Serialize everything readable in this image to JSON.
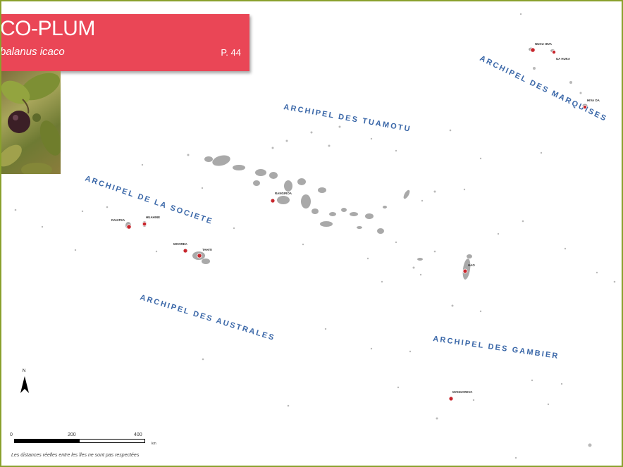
{
  "header": {
    "title": "CO-PLUM",
    "subtitle": "balanus icaco",
    "page": "P. 44",
    "background": "#ea4656"
  },
  "photo": {
    "icon": "fruit-leaves-photo"
  },
  "map": {
    "archipelagos": [
      {
        "name": "ARCHIPEL DES TUAMOTU"
      },
      {
        "name": "ARCHIPEL DES MARQUISES"
      },
      {
        "name": "ARCHIPEL DE LA SOCIETE"
      },
      {
        "name": "ARCHIPEL DES AUSTRALES"
      },
      {
        "name": "ARCHIPEL DES GAMBIER"
      }
    ],
    "places": [
      {
        "name": "NUKU HIVA"
      },
      {
        "name": "UA HUKA"
      },
      {
        "name": "HIVA OA"
      },
      {
        "name": "RAIATEA"
      },
      {
        "name": "HUAHINE"
      },
      {
        "name": "MOOREA"
      },
      {
        "name": "TAHITI"
      },
      {
        "name": "RANGIROA"
      },
      {
        "name": "HAO"
      },
      {
        "name": "MANGAREVA"
      }
    ],
    "label_color": "#3a67a8",
    "marker_color": "#c8262d",
    "island_color": "#a9a9a9"
  },
  "north_arrow": {
    "label": "N",
    "icon": "north-arrow-icon"
  },
  "scale": {
    "ticks": [
      "0",
      "200",
      "400"
    ],
    "unit": "km",
    "disclaimer": "Les distances réelles entre les îles ne sont pas respectées"
  },
  "frame_color": "#8aa12c"
}
